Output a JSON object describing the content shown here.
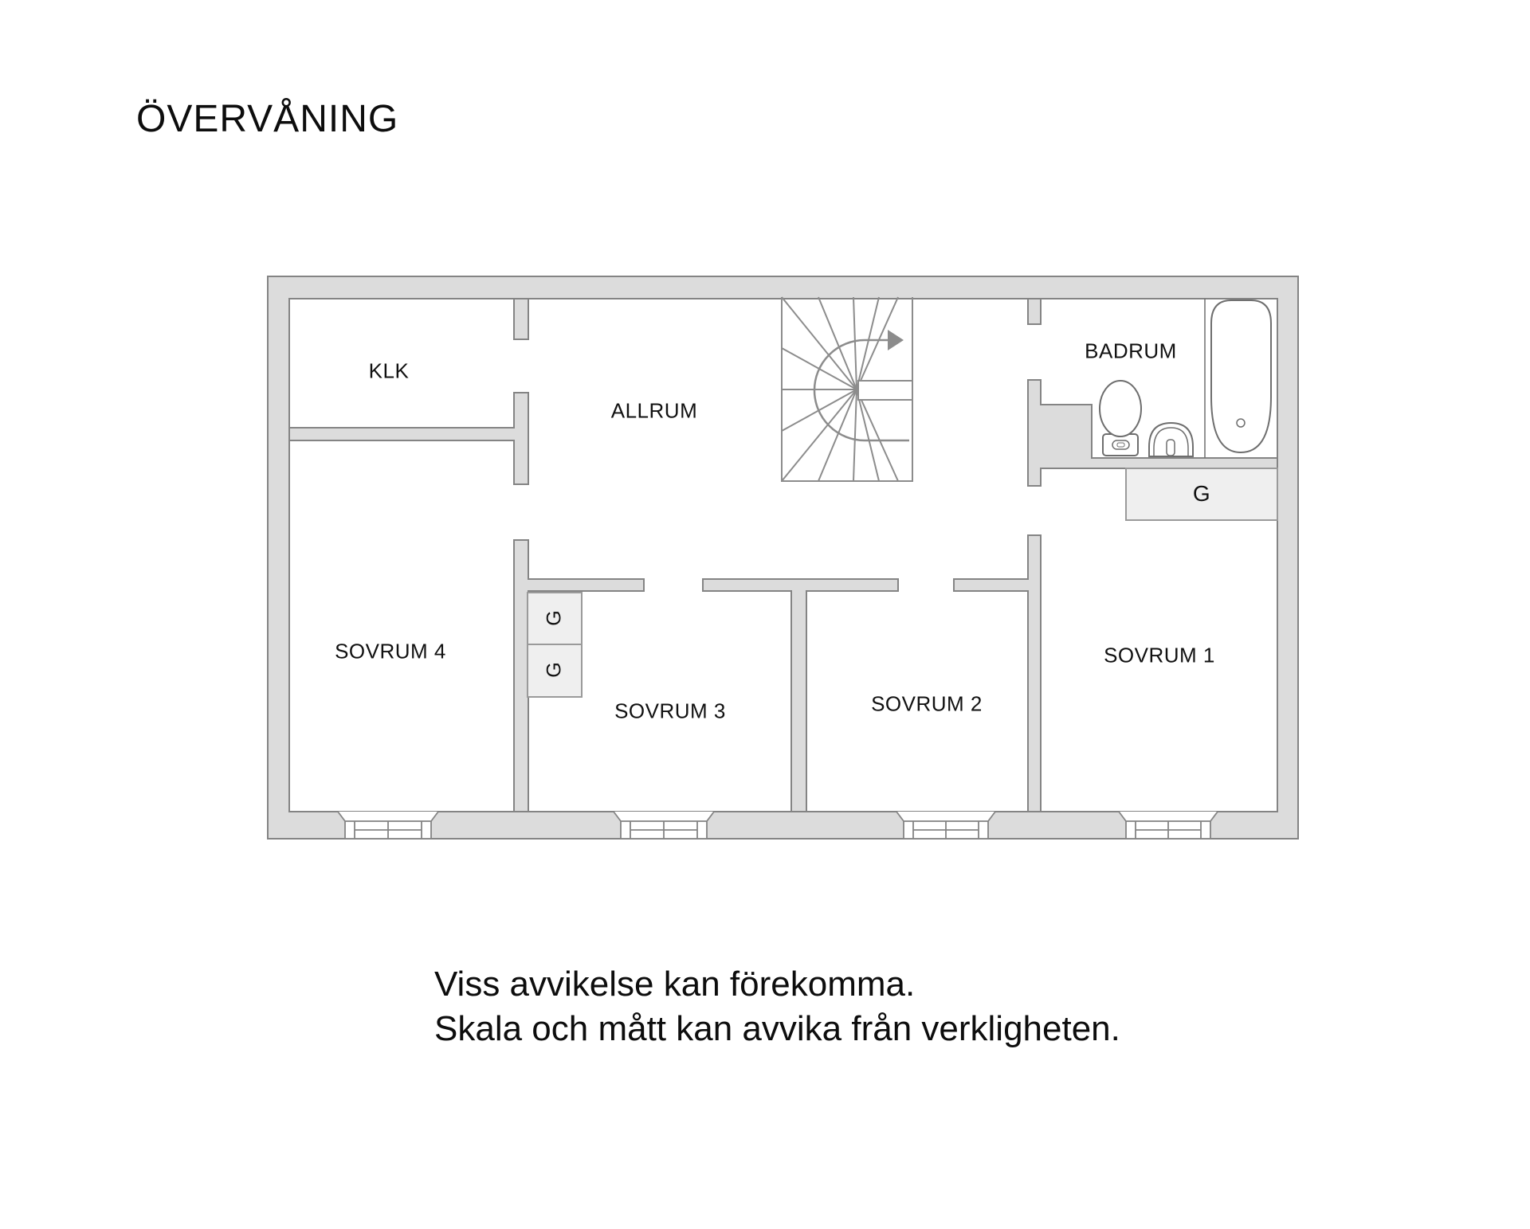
{
  "title": "ÖVERVÅNING",
  "floorplan": {
    "rooms": [
      {
        "id": "klk",
        "label": "KLK"
      },
      {
        "id": "allrum",
        "label": "ALLRUM"
      },
      {
        "id": "badrum",
        "label": "BADRUM"
      },
      {
        "id": "sovrum4",
        "label": "SOVRUM 4"
      },
      {
        "id": "sovrum3",
        "label": "SOVRUM 3"
      },
      {
        "id": "sovrum2",
        "label": "SOVRUM 2"
      },
      {
        "id": "sovrum1",
        "label": "SOVRUM 1"
      }
    ],
    "wardrobe_label": "G",
    "stair_direction": "up-arrow-right"
  },
  "disclaimer": {
    "line1": "Viss avvikelse kan förekomma.",
    "line2": "Skala och mått kan avvika från verkligheten."
  },
  "colors": {
    "background": "#ffffff",
    "wall_fill": "#dcdcdc",
    "wall_outline": "#848484",
    "stair_line": "#8c8c8c",
    "fixture_line": "#6e6e6e",
    "closet_fill": "#efefef",
    "closet_outline": "#9a9a9a",
    "text": "#111111"
  }
}
